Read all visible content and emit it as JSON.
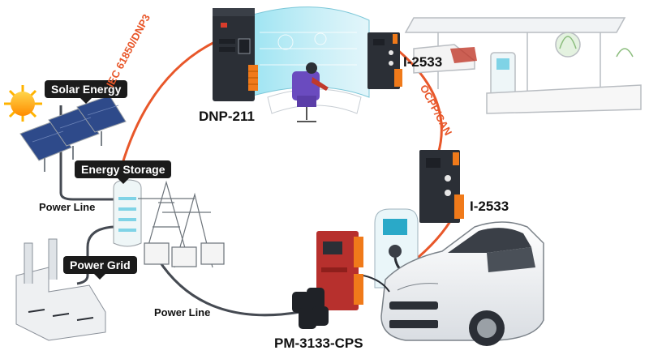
{
  "labels": {
    "solar_energy": "Solar Energy",
    "energy_storage": "Energy Storage",
    "power_grid": "Power Grid",
    "power_line_top": "Power Line",
    "power_line_bottom": "Power Line",
    "dnp_211": "DNP-211",
    "i_2533_top": "I-2533",
    "i_2533_right": "I-2533",
    "pm_3133_cps": "PM-3133-CPS"
  },
  "protocols": {
    "iec": "IEC 61850/DNP3",
    "ocpp": "OCPP/CAN"
  },
  "colors": {
    "orange_link": "#e8572a",
    "dark_link": "#454a52",
    "device_dark": "#2b2f36",
    "terminal_orange": "#f07a1a",
    "meter_red": "#b7302d",
    "tag_bg": "#1b1b1b"
  }
}
